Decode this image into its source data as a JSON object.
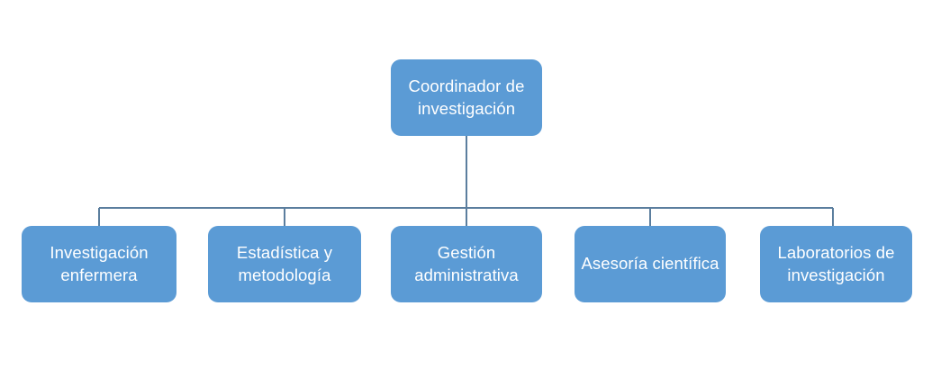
{
  "chart": {
    "type": "org-chart",
    "title": "",
    "orientation": "top-down",
    "node_fill_color": "#5B9BD5",
    "node_text_color": "#FFFFFF",
    "connector_color": "#5B7E9E",
    "background_color": "#FFFFFF",
    "root": {
      "label": "Coordinador de investigación",
      "line1": "Coordinador de",
      "line2": "investigación"
    },
    "children": [
      {
        "label": "Investigación enfermera",
        "line1": "Investigación",
        "line2": "enfermera"
      },
      {
        "label": "Estadística y metodología",
        "line1": "Estadística y",
        "line2": "metodología"
      },
      {
        "label": "Gestión administrativa",
        "line1": "Gestión",
        "line2": "administrativa"
      },
      {
        "label": "Asesoría científica",
        "line1": "Asesoría",
        "line2": "científica"
      },
      {
        "label": "Laboratorios de investigación",
        "line1": "Laboratorios de",
        "line2": "investigación"
      }
    ]
  }
}
